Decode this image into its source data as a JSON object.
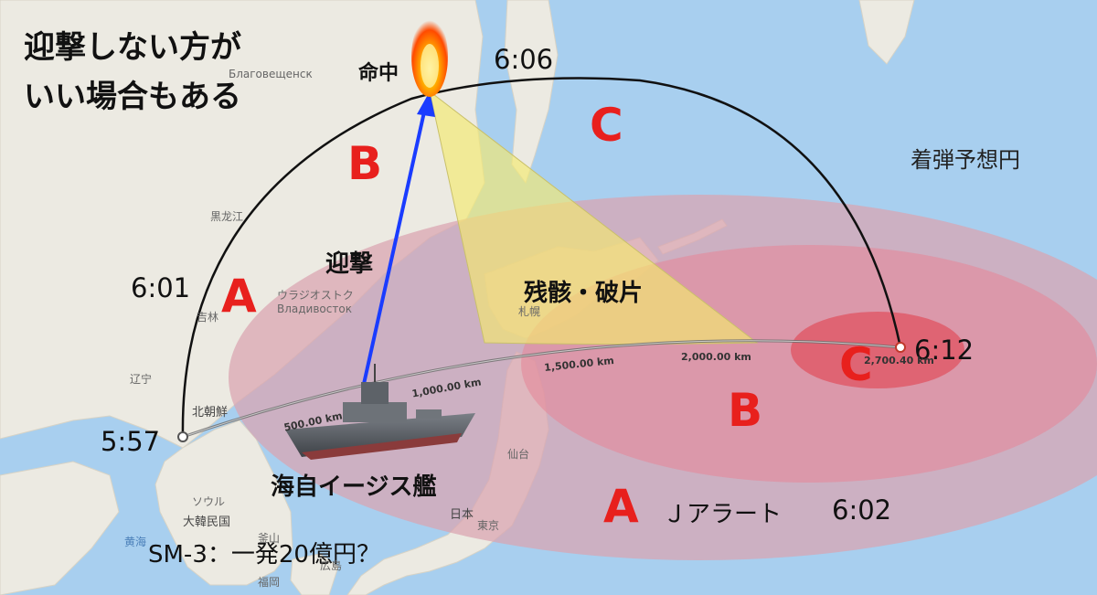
{
  "title": {
    "line1": "迎撃しない方が",
    "line2": "いい場合もある"
  },
  "times": {
    "launch": "5:57",
    "t601": "6:01",
    "hit": "6:06",
    "impact": "6:12",
    "jalert_time": "6:02"
  },
  "labels": {
    "hit": "命中",
    "intercept": "迎撃",
    "debris": "残骸・破片",
    "ship": "海自イージス艦",
    "cost": "SM-3：一発20億円？",
    "impact_circle": "着弾予想円",
    "jalert": "Ｊアラート"
  },
  "zones": {
    "a_left": "A",
    "b_left": "B",
    "c_top": "C",
    "c_right": "C",
    "b_right": "B",
    "a_bottom": "A"
  },
  "distances": [
    "500.00 km",
    "1,000.00 km",
    "1,500.00 km",
    "2,000.00 km",
    "2,700.40 km"
  ],
  "map_labels": {
    "blagoveshchensk": "Благовещенск",
    "heilongjiang": "黒龙江",
    "vladivostok_jp": "ウラジオストク",
    "vladivostok_ru": "Владивосток",
    "jilin": "吉林",
    "liaoning": "辽宁",
    "north_korea": "北朝鮮",
    "sapporo": "札幌",
    "sendai": "仙台",
    "japan": "日本",
    "tokyo": "東京",
    "south_korea": "大韓民国",
    "seoul": "ソウル",
    "busan": "釜山",
    "fukuoka": "福岡",
    "hiroshima": "広島",
    "yellow_sea": "黄海"
  },
  "colors": {
    "sea": "#a8cfef",
    "land": "#eceae2",
    "zone_letter": "#e8201d",
    "intercept_arrow": "#1a3cff",
    "debris_fill": "#f4ea6e",
    "impact_outer": "#d9a3b0",
    "impact_inner": "#e05360"
  },
  "icons": {
    "ship": "aegis-destroyer-icon",
    "explosion": "explosion-icon",
    "launch_point": "launch-point-icon",
    "impact_point": "impact-point-icon"
  }
}
